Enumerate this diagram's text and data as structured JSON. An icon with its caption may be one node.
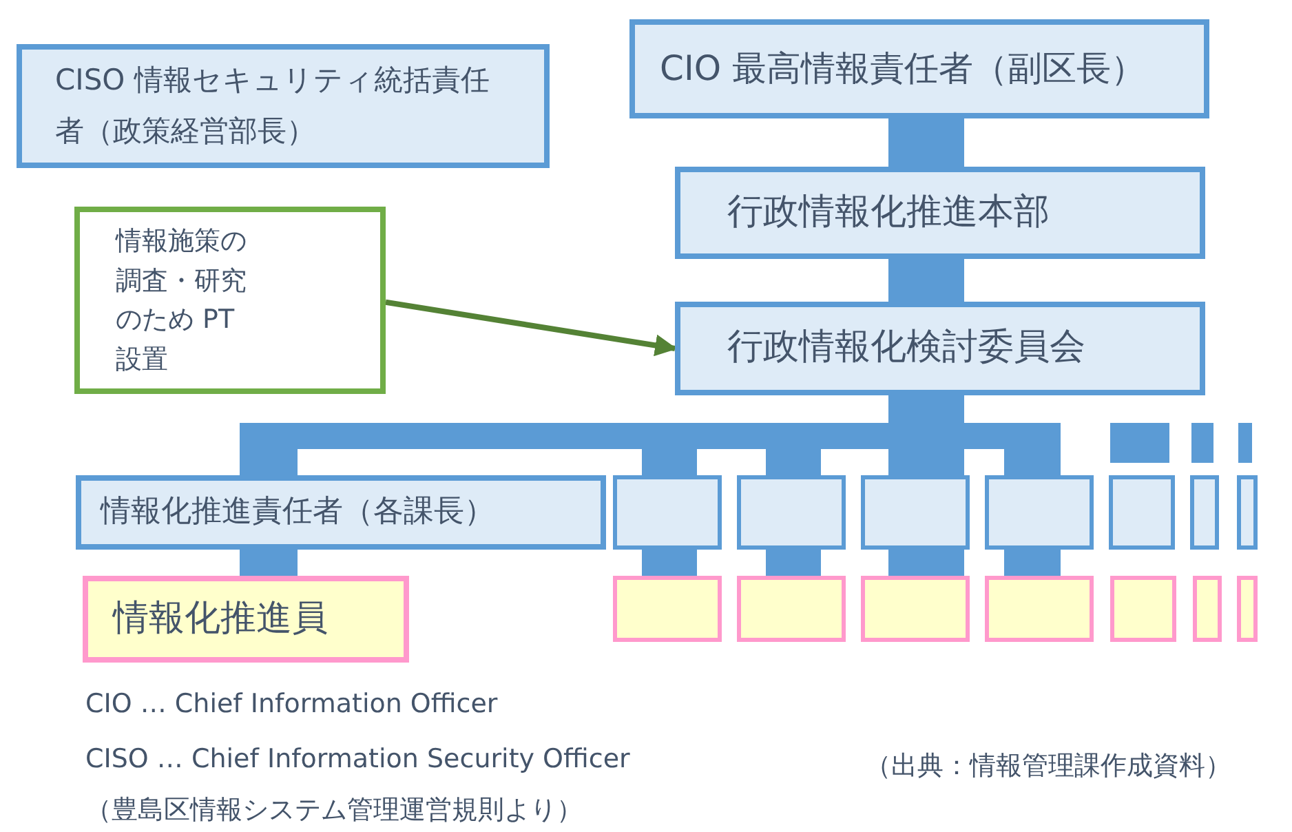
{
  "diagram": {
    "nodes": [
      {
        "text": [
          "CIO 最高情報責任者（副区長）"
        ]
      },
      {
        "text": [
          "CISO 情報セキュリティ統括責任者（政策経営部長）"
        ]
      },
      {
        "text": [
          "行政情報化推進本部"
        ]
      },
      {
        "text": [
          "情報施策の調査・研究のため PT 設置"
        ]
      },
      {
        "text": [
          "行政情報化検討委員会"
        ]
      },
      {
        "text": [
          "情報化推進責任者（各課長）"
        ]
      },
      {
        "text": [],
        "shape": "box"
      },
      {
        "text": [],
        "shape": "box"
      },
      {
        "text": [],
        "shape": "box"
      },
      {
        "text": [],
        "shape": "box"
      },
      {
        "text": [],
        "shape": "box"
      },
      {
        "text": [],
        "shape": "box"
      },
      {
        "text": [],
        "shape": "box"
      },
      {
        "text": [
          "情報化推進員"
        ]
      },
      {
        "text": [],
        "shape": "box"
      },
      {
        "text": [],
        "shape": "box"
      },
      {
        "text": [],
        "shape": "box"
      },
      {
        "text": [],
        "shape": "box"
      },
      {
        "text": [],
        "shape": "box"
      },
      {
        "text": [],
        "shape": "box"
      },
      {
        "text": [],
        "shape": "box"
      }
    ],
    "edges": [
      {
        "from": 0,
        "to": 2,
        "arrow": "none",
        "style": "thick"
      },
      {
        "from": 2,
        "to": 4,
        "arrow": "none",
        "style": "thick"
      },
      {
        "from": 3,
        "to": 4,
        "arrow": "to",
        "color": "#548235"
      },
      {
        "from": 4,
        "to": 5,
        "arrow": "none",
        "style": "thick"
      },
      {
        "from": 4,
        "to": 6,
        "arrow": "none",
        "style": "thick"
      },
      {
        "from": 4,
        "to": 7,
        "arrow": "none",
        "style": "thick"
      },
      {
        "from": 4,
        "to": 8,
        "arrow": "none",
        "style": "thick"
      },
      {
        "from": 4,
        "to": 9,
        "arrow": "none",
        "style": "thick"
      },
      {
        "from": null,
        "to": 10,
        "arrow": "none",
        "style": "thick"
      },
      {
        "from": null,
        "to": 11,
        "arrow": "none",
        "style": "thick"
      },
      {
        "from": null,
        "to": 12,
        "arrow": "none",
        "style": "thick"
      },
      {
        "from": 5,
        "to": 13,
        "arrow": "none",
        "style": "thick"
      },
      {
        "from": 6,
        "to": 14,
        "arrow": "none",
        "style": "thick"
      },
      {
        "from": 7,
        "to": 15,
        "arrow": "none",
        "style": "thick"
      },
      {
        "from": 8,
        "to": 16,
        "arrow": "none",
        "style": "thick"
      },
      {
        "from": 9,
        "to": 17,
        "arrow": "none",
        "style": "thick"
      }
    ],
    "labels": [
      "CIO … Chief Information Officer",
      "CISO … Chief Information Security Officer",
      "（豊島区情報システム管理運営規則より）",
      "（出典：情報管理課作成資料）"
    ]
  }
}
